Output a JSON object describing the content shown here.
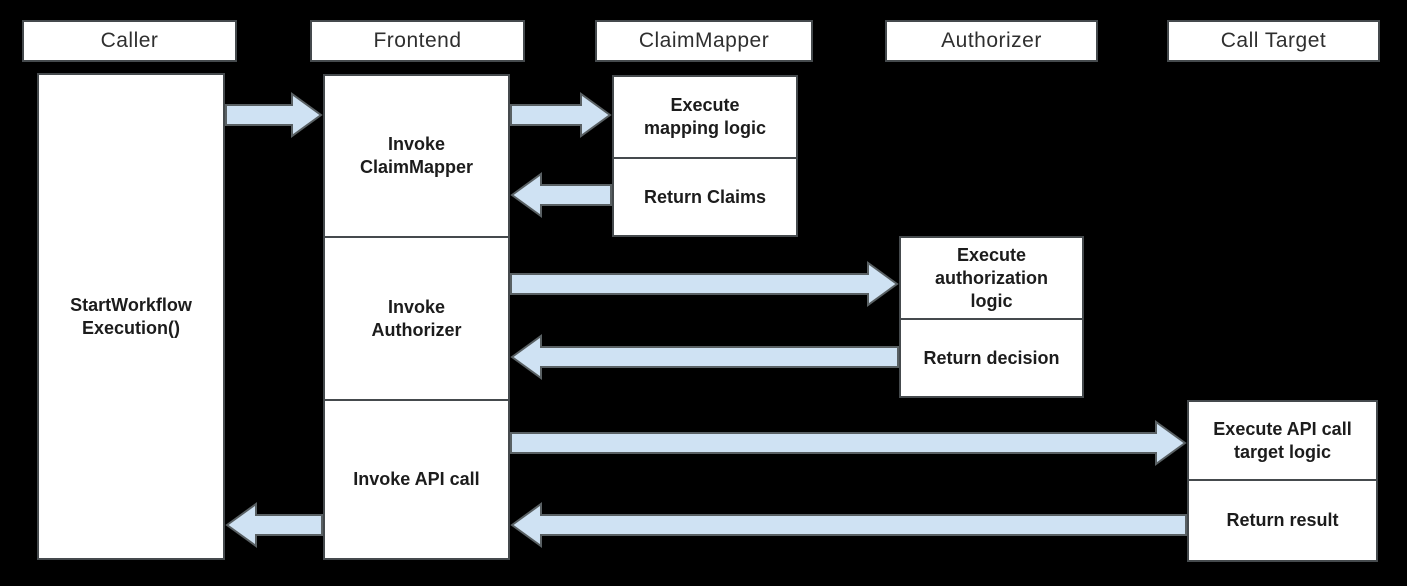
{
  "diagram": {
    "type": "sequence-diagram",
    "colors": {
      "background": "#000000",
      "box_fill": "#ffffff",
      "box_border": "#454a4d",
      "arrow_fill": "#cfe2f3",
      "arrow_stroke": "#596063",
      "header_text": "#2f2f2f",
      "body_text": "#1c1c1c"
    },
    "lifelines": [
      {
        "label": "Caller"
      },
      {
        "label": "Frontend"
      },
      {
        "label": "ClaimMapper"
      },
      {
        "label": "Authorizer"
      },
      {
        "label": "Call Target"
      }
    ],
    "caller": {
      "activation": "StartWorkflow\nExecution()"
    },
    "frontend": {
      "steps": [
        "Invoke\nClaimMapper",
        "Invoke\nAuthorizer",
        "Invoke API call"
      ]
    },
    "claimmapper": {
      "steps": [
        "Execute\nmapping logic",
        "Return Claims"
      ]
    },
    "authorizer": {
      "steps": [
        "Execute\nauthorization\nlogic",
        "Return decision"
      ]
    },
    "calltarget": {
      "steps": [
        "Execute API call\ntarget logic",
        "Return result"
      ]
    },
    "arrows": [
      {
        "name": "caller-to-frontend",
        "direction": "right"
      },
      {
        "name": "frontend-to-claimmapper",
        "direction": "right"
      },
      {
        "name": "claimmapper-to-frontend",
        "direction": "left"
      },
      {
        "name": "frontend-to-authorizer",
        "direction": "right"
      },
      {
        "name": "authorizer-to-frontend",
        "direction": "left"
      },
      {
        "name": "frontend-to-calltarget",
        "direction": "right"
      },
      {
        "name": "calltarget-to-frontend",
        "direction": "left"
      },
      {
        "name": "frontend-to-caller",
        "direction": "left"
      }
    ]
  }
}
